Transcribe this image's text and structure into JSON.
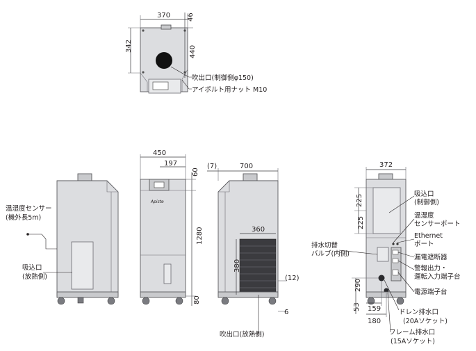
{
  "top_view": {
    "dims": {
      "width": "370",
      "top_offset": "46",
      "depth": "342",
      "outlet_offset": "440"
    },
    "labels": {
      "outlet": "吹出口(制御側φ150)",
      "eyebolt": "アイボルト用ナット M10"
    }
  },
  "left_view": {
    "labels": {
      "sensor": "温湿度センサー\n(機外長5m)",
      "inlet": "吸込口\n(放熱側)"
    }
  },
  "front_view": {
    "dims": {
      "width": "450",
      "inner_width": "197",
      "top_height": "60",
      "height": "1280",
      "base_height": "80"
    },
    "logo": "Apiste"
  },
  "right_view": {
    "dims": {
      "offset": "(7)",
      "width": "700",
      "grille_width": "360",
      "grille_height": "380",
      "edge": "(12)",
      "bottom": "6"
    },
    "labels": {
      "outlet": "吹出口(放熱側)"
    }
  },
  "rear_view": {
    "dims": {
      "width": "372",
      "inlet_top": "225",
      "inlet_height": "225",
      "lower_height": "290",
      "base": "53",
      "drain_x": "159",
      "frame_x": "180"
    },
    "labels": {
      "inlet": "吸込口\n(制御側)",
      "sensor_port": "温湿度\nセンサーポート",
      "ethernet": "Ethernet\nポート",
      "valve": "排水切替\nバルブ(内側)",
      "breaker": "漏電遮断器",
      "alarm": "警報出力・\n運転入力端子台",
      "power": "電源端子台",
      "drain": "ドレン排水口\n(20Aソケット)",
      "frame_drain": "フレーム排水口\n(15Aソケット)"
    }
  }
}
